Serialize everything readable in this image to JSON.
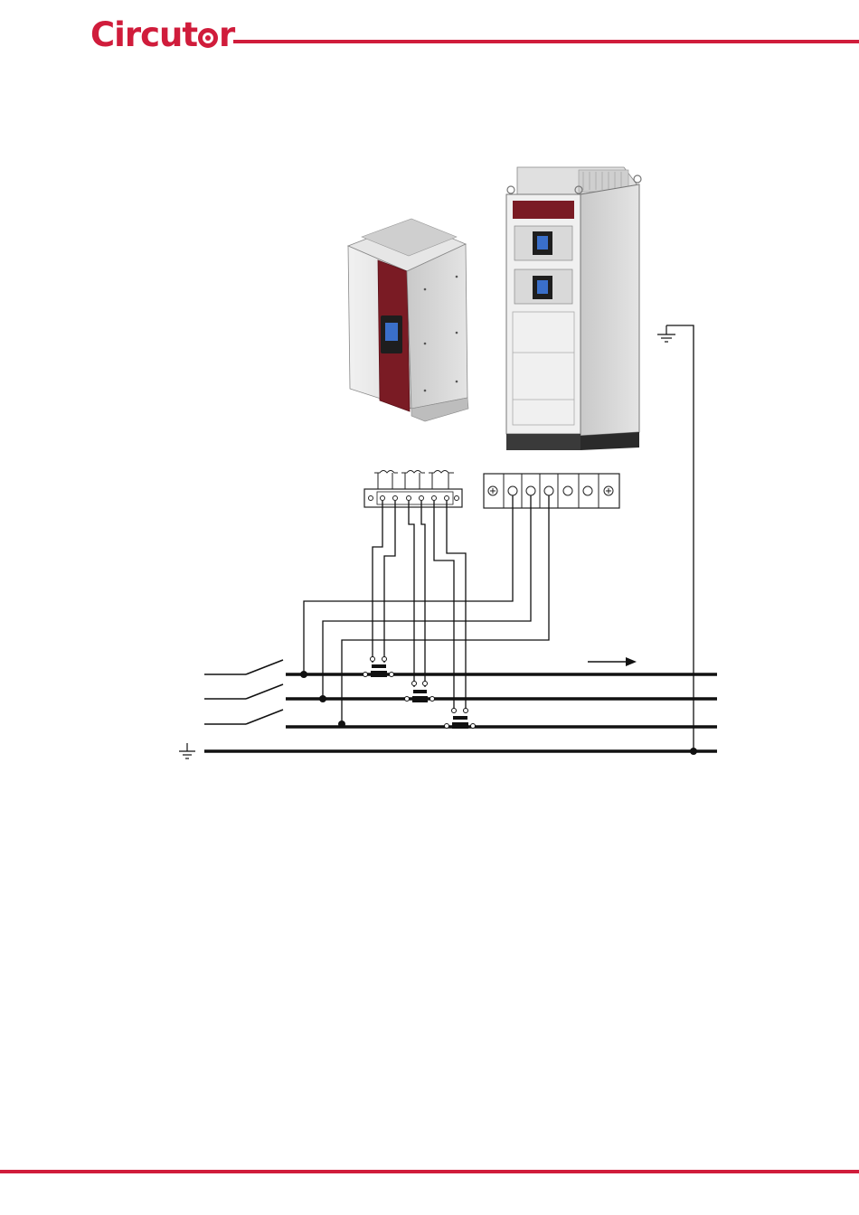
{
  "brand": {
    "logo_text_a": "Circut",
    "logo_text_b": "r",
    "color": "#d01c3b"
  },
  "diagram": {
    "colors": {
      "line": "#111111",
      "cabinet_gray": "#dcdcdc",
      "panel_red": "#7a1b24",
      "screen_blue": "#3a6fc9"
    },
    "components": [
      "wall-mounted-filter",
      "floor-standing-cabinet",
      "current-terminal-block",
      "voltage-terminal-block",
      "current-transformers",
      "circuit-breakers",
      "ground"
    ]
  }
}
